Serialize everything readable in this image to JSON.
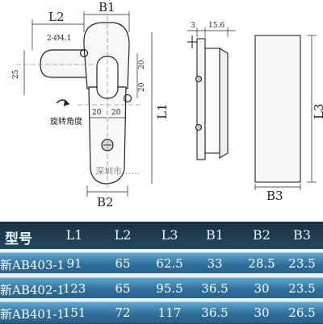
{
  "drawing": {
    "dims": {
      "L2": "L2",
      "B1": "B1",
      "L1": "L1",
      "B2": "B2",
      "B3": "B3",
      "L3": "L3",
      "holes": "2-Ø4.1",
      "d25": "25",
      "d20_upper": "20",
      "d20_lower": "20",
      "d20_a": "20",
      "d20_b": "20",
      "d3": "3",
      "d15_6": "15.6"
    },
    "rotation_label": "旋转角度",
    "watermark": "深圳市……"
  },
  "table": {
    "headers": [
      "型号",
      "L1",
      "L2",
      "L3",
      "B1",
      "B2",
      "B3"
    ],
    "rows": [
      [
        "新AB403-1",
        "91",
        "65",
        "62.5",
        "33",
        "28.5",
        "23.5"
      ],
      [
        "新AB402-1",
        "123",
        "65",
        "95.5",
        "36.5",
        "30",
        "23.5"
      ],
      [
        "新AB401-1",
        "151",
        "72",
        "117",
        "36.5",
        "30",
        "26.5"
      ]
    ]
  }
}
